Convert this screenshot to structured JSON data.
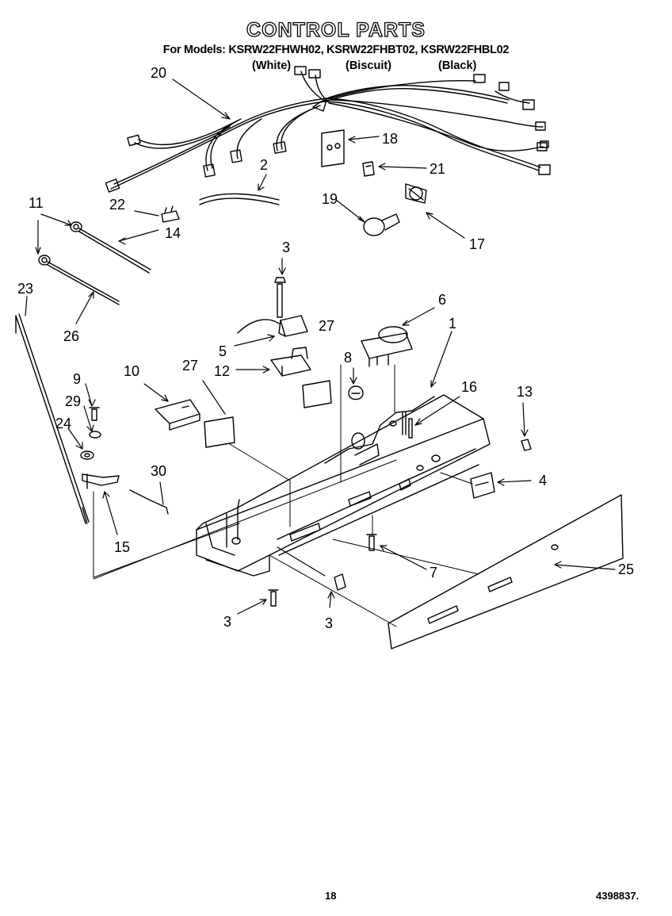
{
  "header": {
    "title": "CONTROL PARTS",
    "models": "For Models: KSRW22FHWH02, KSRW22FHBT02, KSRW22FHBL02",
    "colors": [
      "(White)",
      "(Biscuit)",
      "(Black)"
    ]
  },
  "labels": {
    "l20": "20",
    "l18": "18",
    "l21": "21",
    "l2": "2",
    "l11": "11",
    "l22": "22",
    "l14": "14",
    "l19": "19",
    "l17": "17",
    "l3a": "3",
    "l23": "23",
    "l26": "26",
    "l6": "6",
    "l27a": "27",
    "l1": "1",
    "l5": "5",
    "l8": "8",
    "l10": "10",
    "l27b": "27",
    "l12": "12",
    "l16": "16",
    "l9": "9",
    "l13": "13",
    "l29": "29",
    "l24": "24",
    "l30": "30",
    "l4": "4",
    "l15": "15",
    "l25": "25",
    "l7": "7",
    "l3b": "3",
    "l3c": "3"
  },
  "footer": {
    "page": "18",
    "doc": "4398837."
  }
}
